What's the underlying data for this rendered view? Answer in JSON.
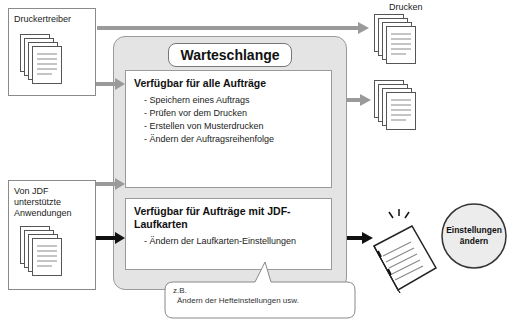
{
  "diagram": {
    "nodes": [
      {
        "text": [
          "Druckertreiber"
        ]
      },
      {
        "text": [
          "Warteschlange"
        ]
      },
      {
        "text": [
          "Verfügbar für alle Aufträge",
          "- Speichern eines Auftrags",
          "- Prüfen vor dem Drucken",
          "- Erstellen von Musterdrucken",
          "- Ändern der Auftragsreihenfolge"
        ],
        "in": 1
      },
      {
        "text": [
          "Von JDF unterstützte Anwendungen"
        ]
      },
      {
        "text": [
          "Verfügbar für Aufträge mit JDF-Laufkarten",
          "- Ändern der Laufkarten-Einstellungen"
        ],
        "in": 1
      },
      {
        "text": [
          "Einstellungen ändern"
        ]
      },
      {
        "text": [
          "z.B.",
          "Ändern der Hefteinstellungen usw."
        ]
      }
    ],
    "edges": [
      {
        "from": 0,
        "to": 2,
        "arrow": "to"
      },
      {
        "from": 3,
        "to": 2,
        "arrow": "to"
      },
      {
        "from": 3,
        "to": 4,
        "arrow": "to"
      }
    ],
    "labels": [
      "Drucken"
    ]
  }
}
